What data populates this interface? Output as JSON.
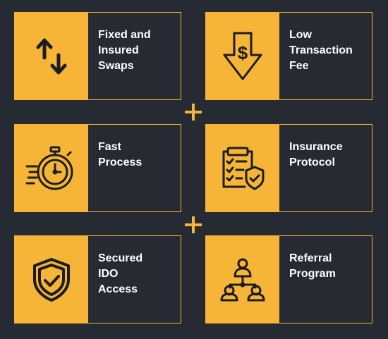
{
  "features": [
    {
      "label": "Fixed and\nInsured\nSwaps",
      "icon": "swap-arrows-icon"
    },
    {
      "label": "Low\nTransaction\nFee",
      "icon": "dollar-down-arrow-icon"
    },
    {
      "label": "Fast\nProcess",
      "icon": "stopwatch-icon"
    },
    {
      "label": "Insurance\nProtocol",
      "icon": "clipboard-shield-icon"
    },
    {
      "label": "Secured\nIDO\nAccess",
      "icon": "shield-check-icon"
    },
    {
      "label": "Referral\nProgram",
      "icon": "referral-network-icon"
    }
  ],
  "colors": {
    "accent": "#f7b538",
    "background": "#262a33",
    "text": "#ffffff"
  }
}
